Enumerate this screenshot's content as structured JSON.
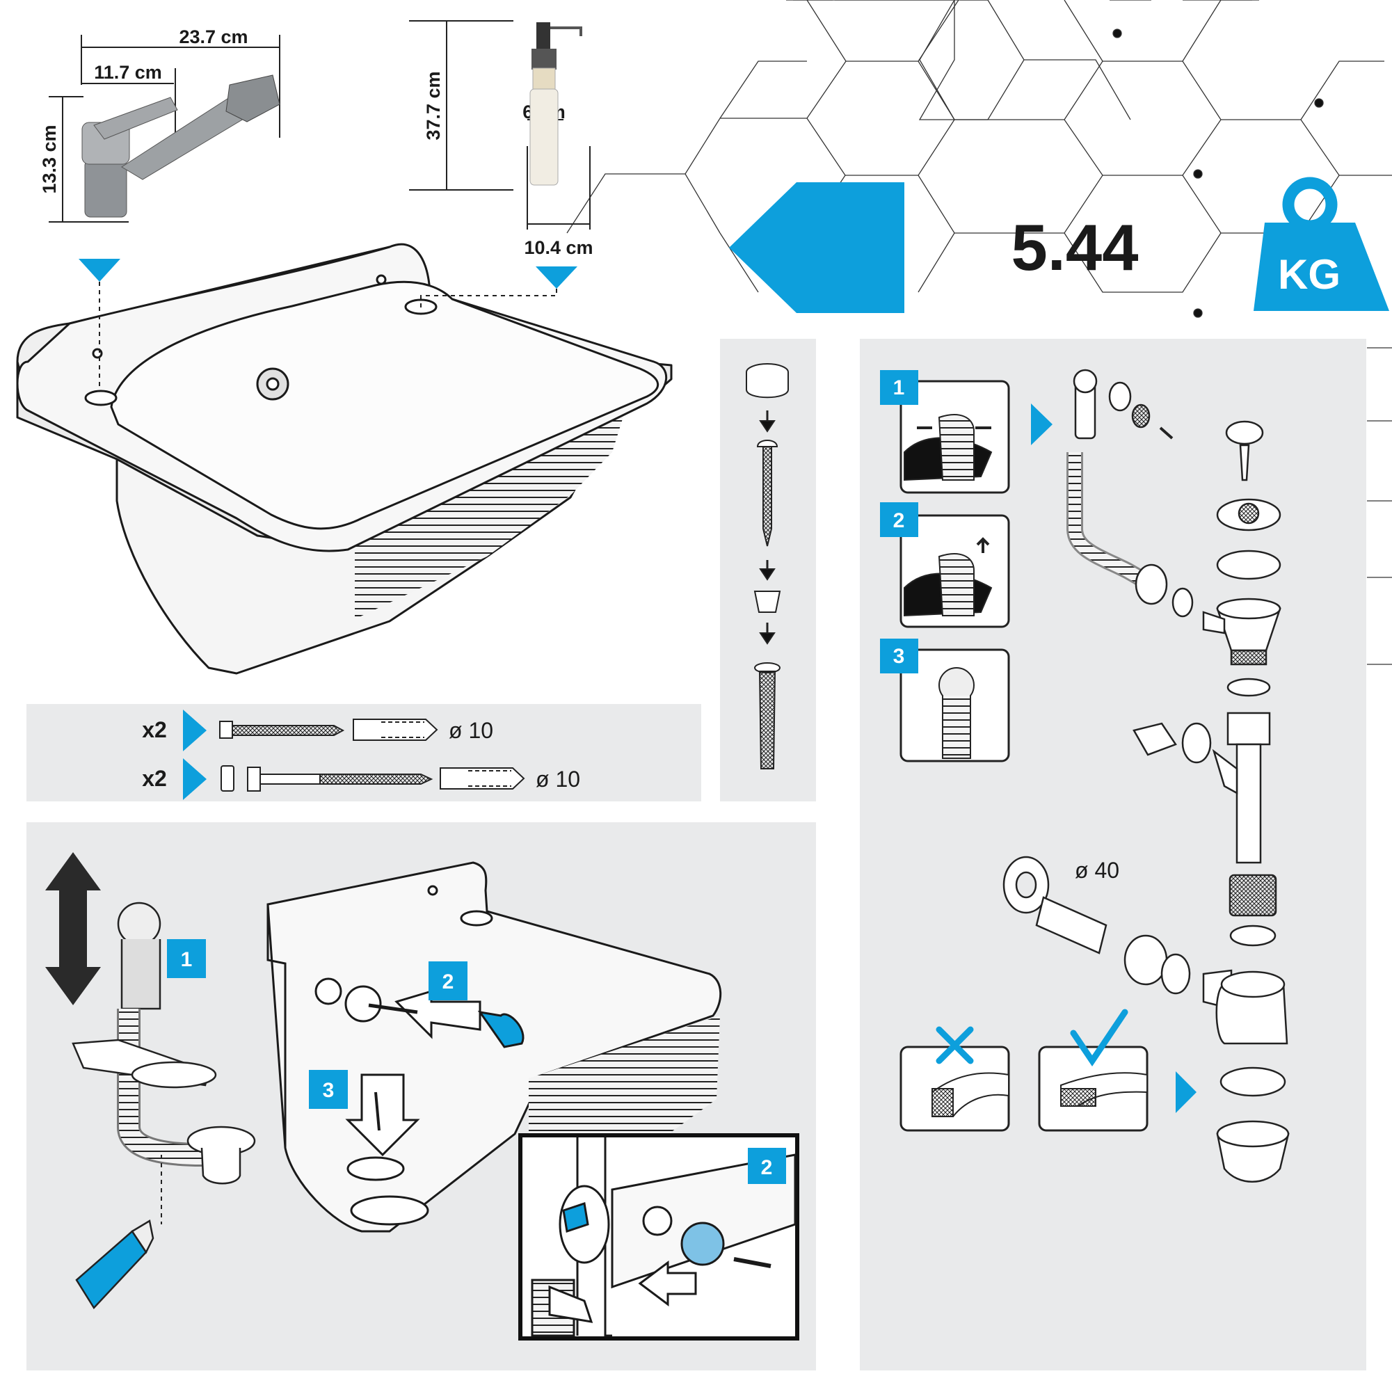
{
  "colors": {
    "accent": "#0d9fdc",
    "panel": "#e9eaeb",
    "ink": "#1a1a1a"
  },
  "dimensions": {
    "faucet_width": "23.7 cm",
    "faucet_spout": "11.7 cm",
    "faucet_height": "13.3 cm",
    "dispenser_height": "37.7 cm",
    "dispenser_diameter": "6 cm",
    "dispenser_depth": "10.4 cm"
  },
  "weight": {
    "value": "5.44",
    "unit": "KG"
  },
  "hardware": {
    "row1": {
      "qty": "x2",
      "diameter": "ø 10"
    },
    "row2": {
      "qty": "x2",
      "diameter": "ø 10"
    }
  },
  "install": {
    "step1": "1",
    "step2": "2",
    "step3": "3",
    "detail_step": "2"
  },
  "siphon": {
    "step1": "1",
    "step2": "2",
    "step3": "3",
    "pipe_diameter": "ø 40",
    "wrong_icon": "x-mark-icon",
    "right_icon": "check-mark-icon"
  }
}
